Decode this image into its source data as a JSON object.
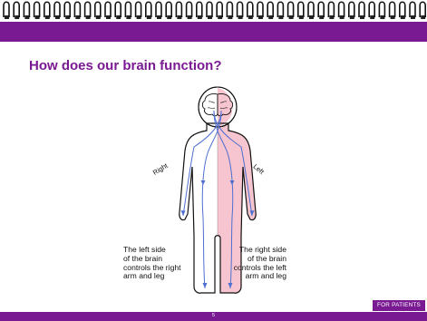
{
  "colors": {
    "brand": "#7a1a92",
    "body_left_fill": "#ffffff",
    "body_right_fill": "#f7c5cf",
    "nerve_line": "#4e6fd0"
  },
  "page": {
    "title": "How does our brain function?"
  },
  "figure": {
    "label_right": "Right",
    "label_left": "Left",
    "caption_left": "The left side\nof the brain\ncontrols the right\narm and leg",
    "caption_right": "The right side\nof the brain\ncontrols the left\narm and leg"
  },
  "footer": {
    "audience_badge": "FOR PATIENTS",
    "page_number": "5"
  },
  "icons": {
    "binding": "spiral-binding-icon",
    "brain": "brain-icon"
  }
}
